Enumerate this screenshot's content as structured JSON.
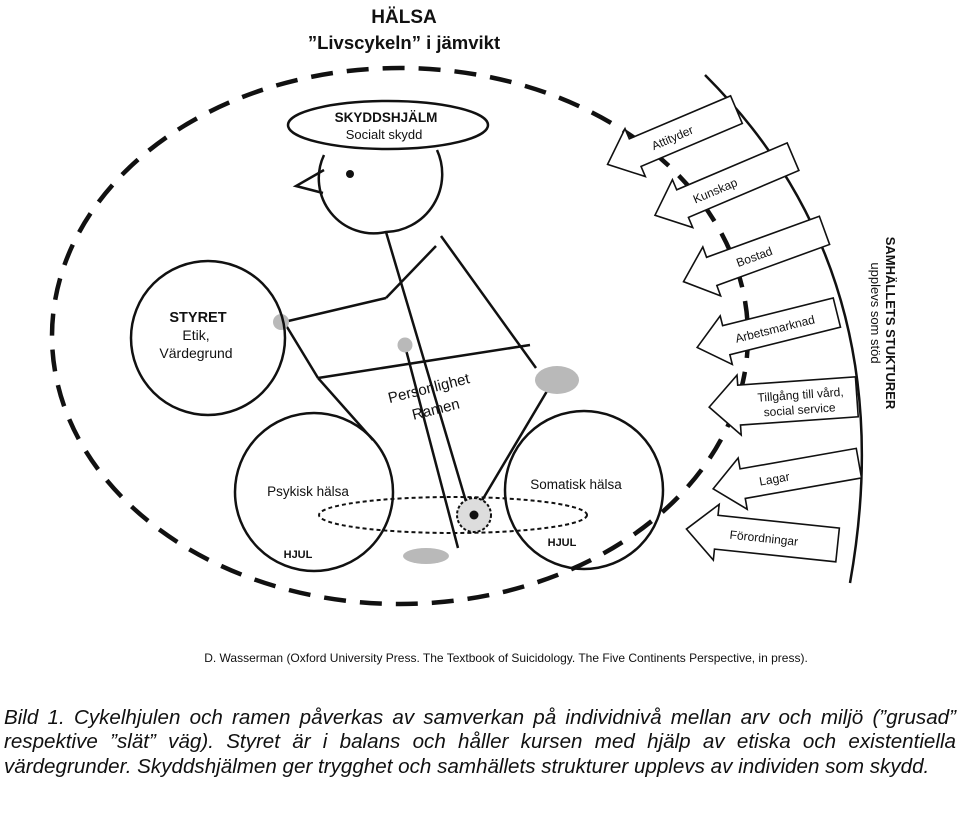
{
  "header": {
    "title": "HÄLSA",
    "subtitle": "”Livscykeln” i jämvikt"
  },
  "helmet": {
    "title": "SKYDDSHJÄLM",
    "subtitle": "Socialt skydd"
  },
  "handlebar": {
    "title": "STYRET",
    "line1": "Etik,",
    "line2": "Värdegrund"
  },
  "frame": {
    "line1": "Personlighet",
    "line2": "Ramen"
  },
  "wheels": {
    "left": {
      "label": "Psykisk hälsa",
      "tag": "HJUL"
    },
    "right": {
      "label": "Somatisk hälsa",
      "tag": "HJUL"
    }
  },
  "society": {
    "title": "SAMHÄLLETS STUKTURER",
    "subtitle": "upplevs som stöd"
  },
  "arrows": [
    {
      "label": "Attityder"
    },
    {
      "label": "Kunskap"
    },
    {
      "label": "Bostad"
    },
    {
      "label": "Arbetsmarknad"
    },
    {
      "label": "Tillgång till vård,",
      "label2": "social service"
    },
    {
      "label": "Lagar"
    },
    {
      "label": "Förordningar"
    }
  ],
  "source": "D. Wasserman (Oxford University Press. The Textbook of Suicidology. The Five Continents Perspective, in press).",
  "caption": "Bild 1. Cykelhjulen och ramen påverkas av samverkan på individnivå mellan arv och miljö (”grusad” respektive ”slät” väg). Styret är i balans och håller kursen med hjälp av etiska och existentiella värdegrunder. Skyddshjälmen ger trygghet och samhällets strukturer upplevs av individen som skydd."
}
